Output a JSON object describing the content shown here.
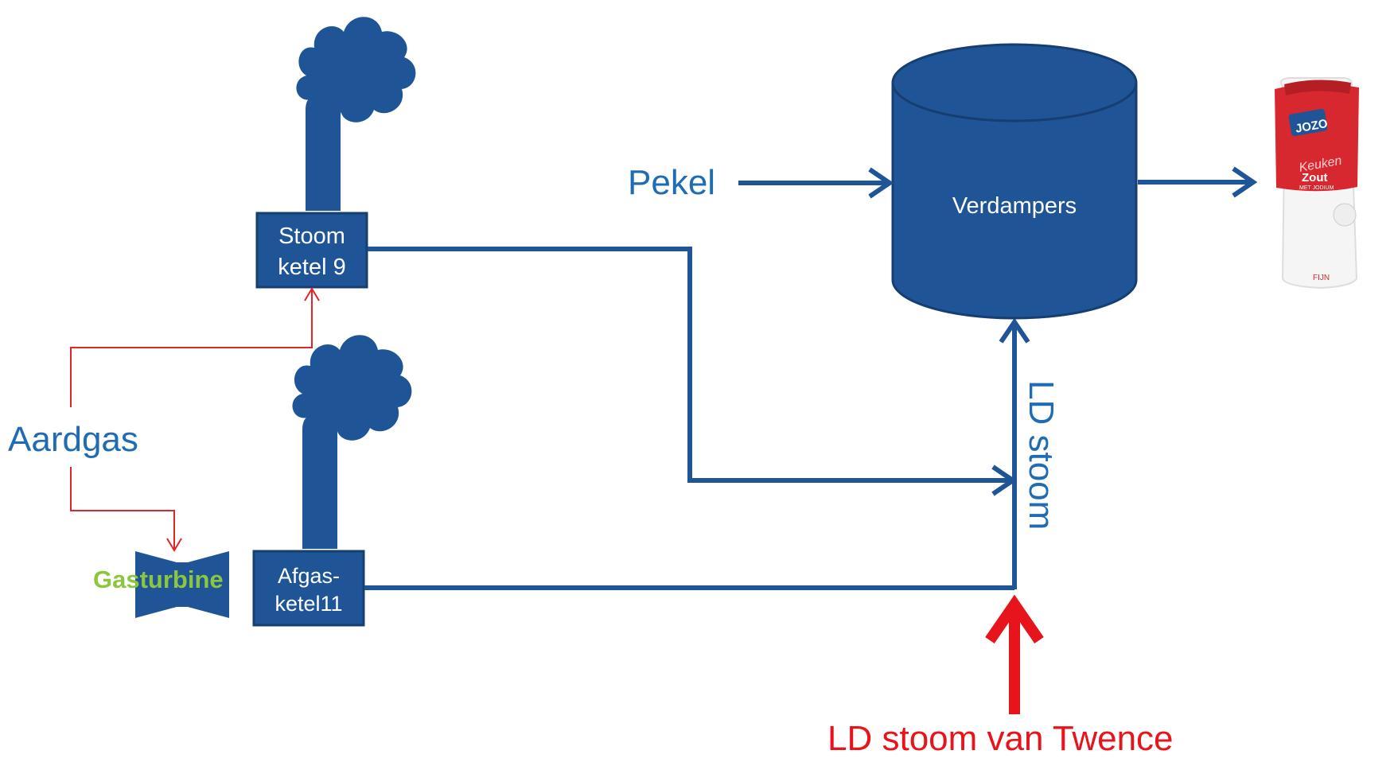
{
  "labels": {
    "boiler9_line1": "Stoom",
    "boiler9_line2": "ketel 9",
    "boiler11_line1": "Afgas-",
    "boiler11_line2": "ketel11",
    "gasturbine": "Gasturbine",
    "aardgas": "Aardgas",
    "pekel": "Pekel",
    "verdampers": "Verdampers",
    "ld_stoom": "LD stoom",
    "ld_stoom_twence": "LD stoom van Twence"
  },
  "product": {
    "brand": "JOZO",
    "line1": "Keuken",
    "line2": "Zout",
    "line3": "MET JODIUM",
    "line4": "FIJN"
  },
  "colors": {
    "blue": "#1F5597",
    "steam_line": "#1F5597",
    "text_blue": "#1F6CB3",
    "gas_red": "#E0262A",
    "twence_red": "#E8141B",
    "gasturbine_green": "#8CC63E",
    "box_border": "#163E70"
  }
}
